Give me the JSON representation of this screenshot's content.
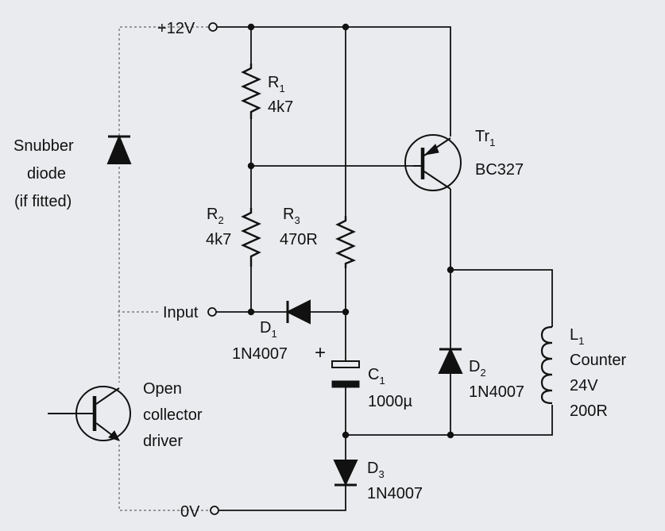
{
  "supply": {
    "positive": "+12V",
    "ground": "0V"
  },
  "input_label": "Input",
  "snubber": {
    "line1": "Snubber",
    "line2": "diode",
    "line3": "(if fitted)"
  },
  "driver": {
    "line1": "Open",
    "line2": "collector",
    "line3": "driver"
  },
  "components": {
    "r1": {
      "ref": "R",
      "sub": "1",
      "value": "4k7"
    },
    "r2": {
      "ref": "R",
      "sub": "2",
      "value": "4k7"
    },
    "r3": {
      "ref": "R",
      "sub": "3",
      "value": "470R"
    },
    "d1": {
      "ref": "D",
      "sub": "1",
      "value": "1N4007"
    },
    "d2": {
      "ref": "D",
      "sub": "2",
      "value": "1N4007"
    },
    "d3": {
      "ref": "D",
      "sub": "3",
      "value": "1N4007"
    },
    "c1": {
      "ref": "C",
      "sub": "1",
      "value": "1000µ",
      "polarity": "+"
    },
    "tr1": {
      "ref": "Tr",
      "sub": "1",
      "value": "BC327"
    },
    "l1": {
      "ref": "L",
      "sub": "1",
      "line2": "Counter",
      "line3": "24V",
      "line4": "200R"
    }
  },
  "colors": {
    "ink": "#111111",
    "paper": "#e9ebee",
    "dashed": "#666666"
  }
}
